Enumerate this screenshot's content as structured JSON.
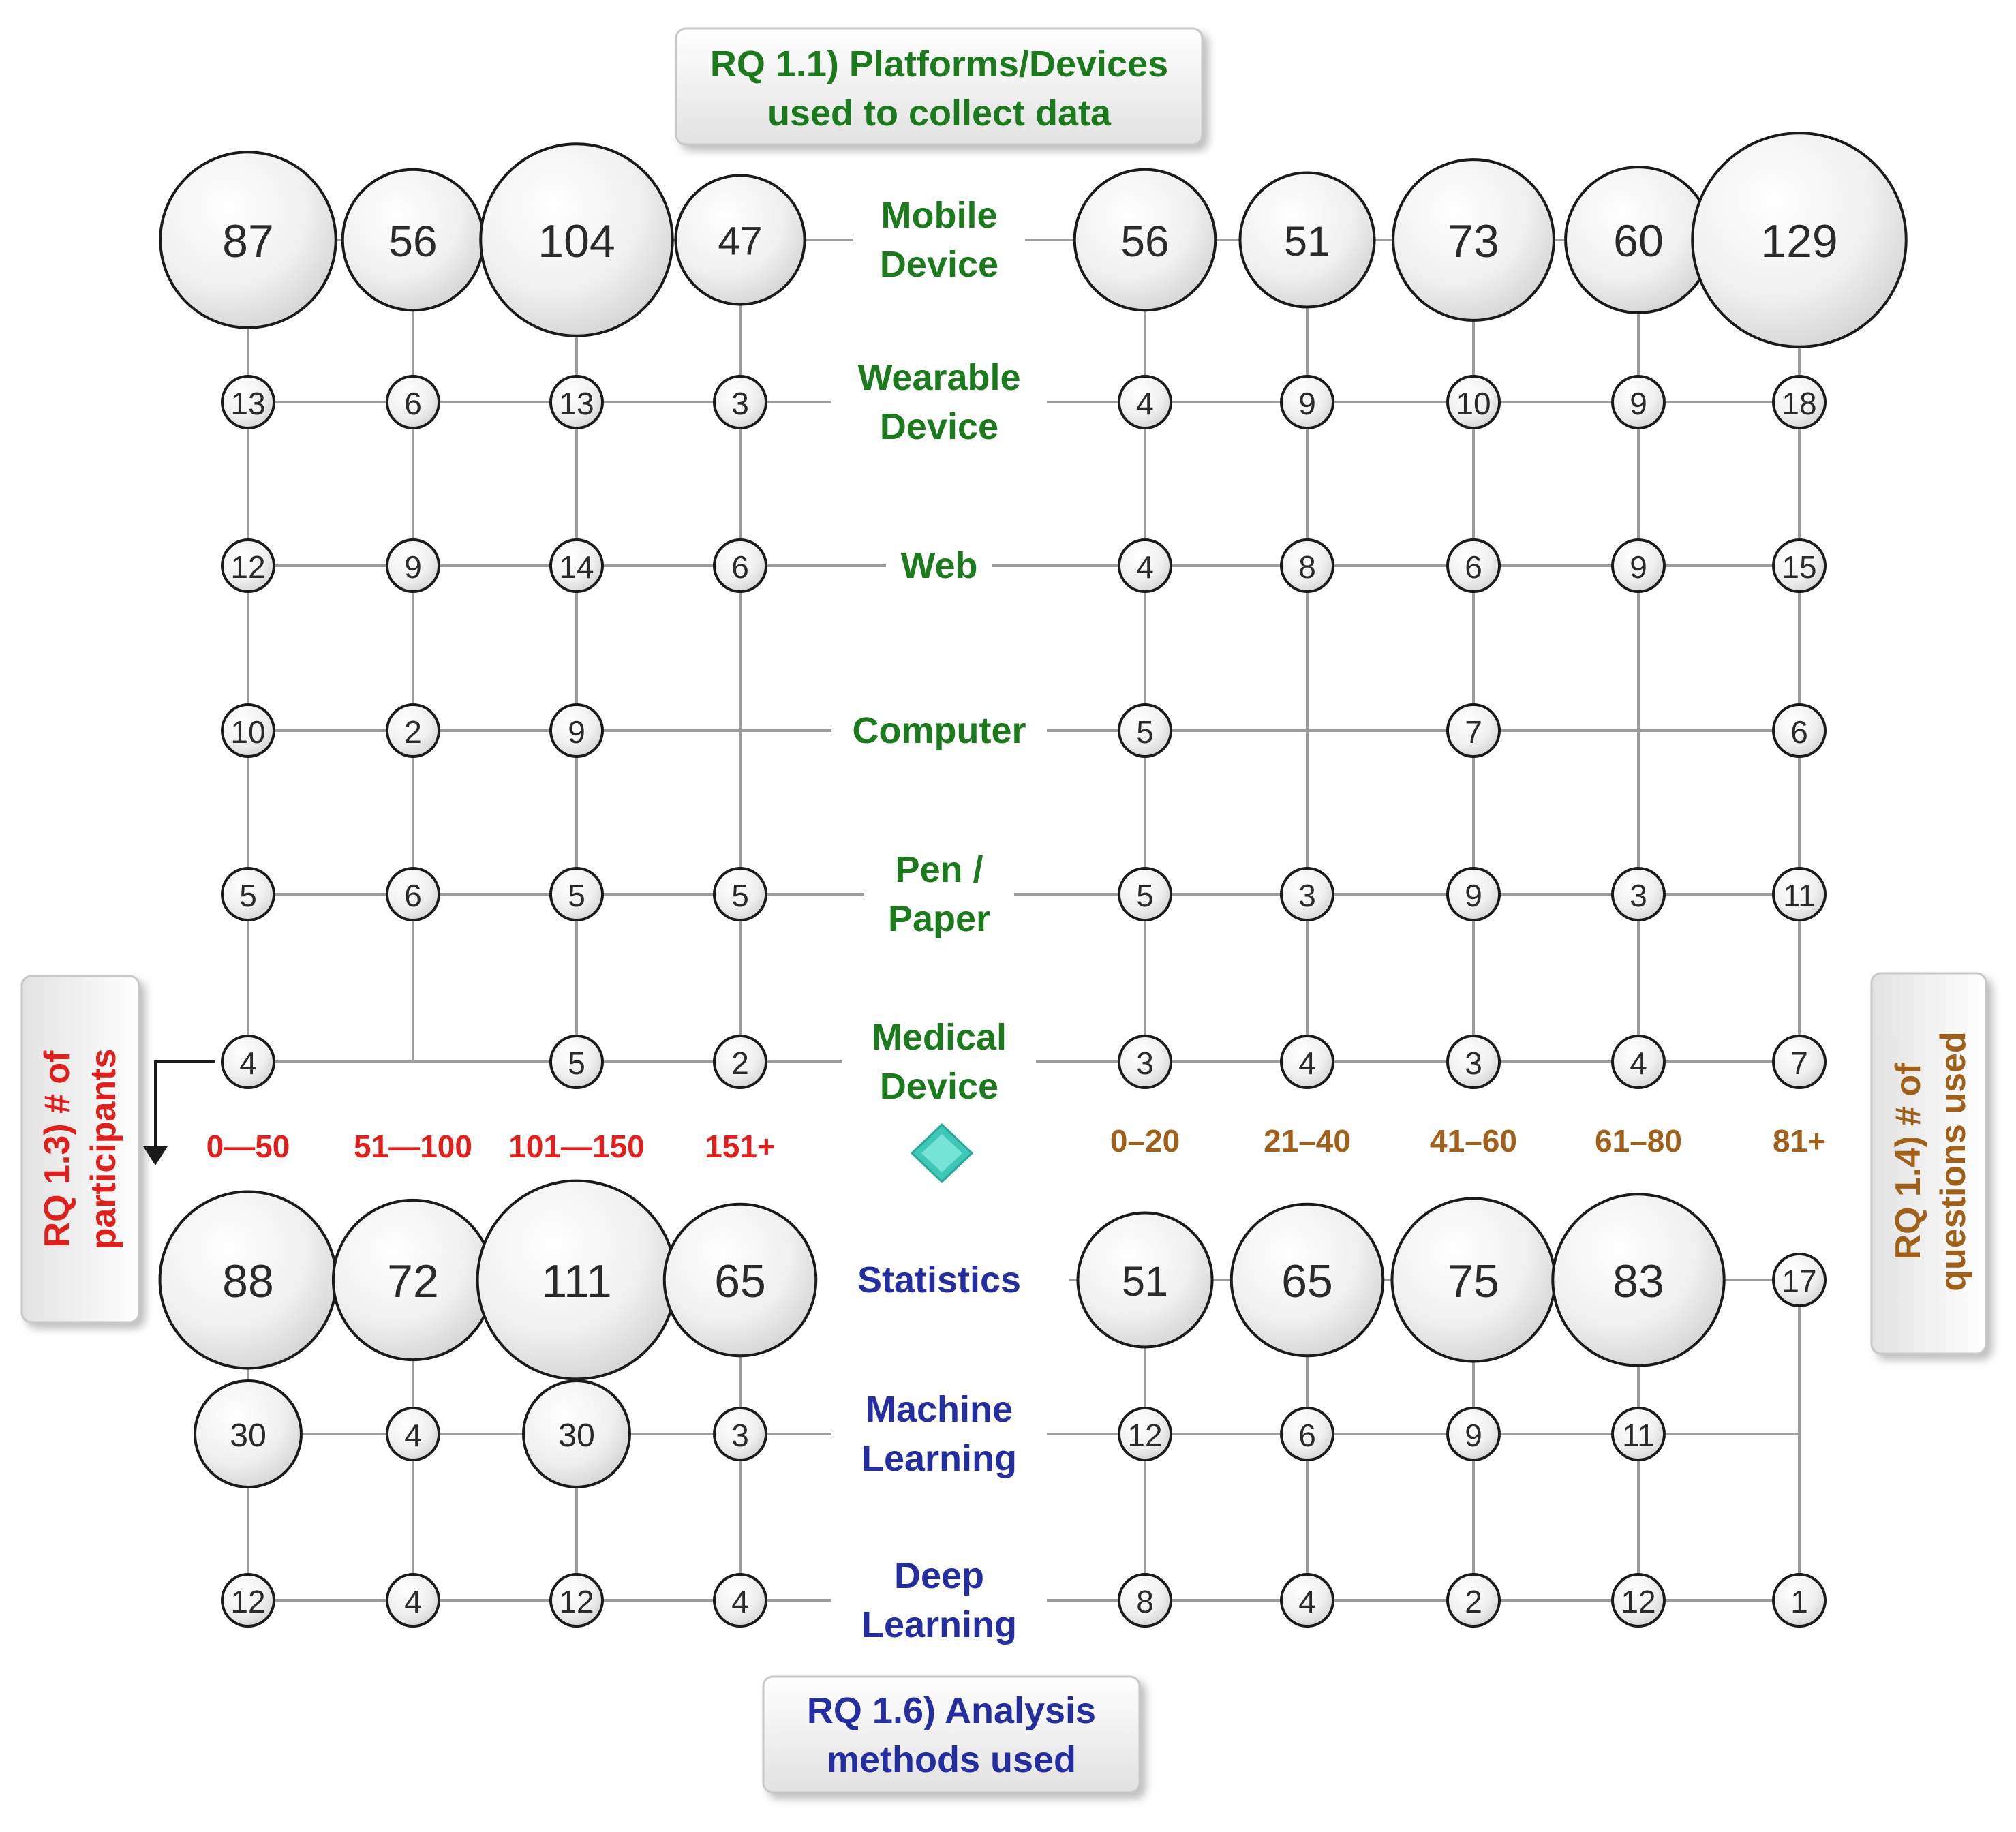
{
  "colors": {
    "platform_green": "#1b7a1b",
    "analysis_blue": "#242ea0",
    "participants_red": "#e0201c",
    "questions_brown": "#a0601a",
    "bubble_fill": "#ececec",
    "grid_line": "#9c9c9c",
    "center_diamond": "#3fc7b8"
  },
  "boxes": {
    "rq11": [
      "RQ 1.1) Platforms/Devices",
      "used to collect data"
    ],
    "rq16": [
      "RQ 1.6) Analysis",
      "methods used"
    ],
    "rq13": [
      "RQ 1.3) # of",
      "participants"
    ],
    "rq14": [
      "RQ 1.4) # of",
      "questions used"
    ]
  },
  "participant_groups": [
    "0—50",
    "51—100",
    "101—150",
    "151+"
  ],
  "question_groups": [
    "0–20",
    "21–40",
    "41–60",
    "61–80",
    "81+"
  ],
  "platform_rows": [
    {
      "label": [
        "Mobile",
        "Device"
      ],
      "participants": [
        87,
        56,
        104,
        47
      ],
      "questions": [
        56,
        51,
        73,
        60,
        129
      ]
    },
    {
      "label": [
        "Wearable",
        "Device"
      ],
      "participants": [
        13,
        6,
        13,
        3
      ],
      "questions": [
        4,
        9,
        10,
        9,
        18
      ]
    },
    {
      "label": [
        "Web"
      ],
      "participants": [
        12,
        9,
        14,
        6
      ],
      "questions": [
        4,
        8,
        6,
        9,
        15
      ]
    },
    {
      "label": [
        "Computer"
      ],
      "participants": [
        10,
        2,
        9,
        null
      ],
      "questions": [
        5,
        null,
        7,
        null,
        6
      ]
    },
    {
      "label": [
        "Pen /",
        "Paper"
      ],
      "participants": [
        5,
        6,
        5,
        5
      ],
      "questions": [
        5,
        3,
        9,
        3,
        11
      ]
    },
    {
      "label": [
        "Medical",
        "Device"
      ],
      "participants": [
        4,
        null,
        5,
        2
      ],
      "questions": [
        3,
        4,
        3,
        4,
        7
      ]
    }
  ],
  "analysis_rows": [
    {
      "label": [
        "Statistics"
      ],
      "participants": [
        88,
        72,
        111,
        65
      ],
      "questions": [
        51,
        65,
        75,
        83,
        17
      ]
    },
    {
      "label": [
        "Machine",
        "Learning"
      ],
      "participants": [
        30,
        4,
        30,
        3
      ],
      "questions": [
        12,
        6,
        9,
        11,
        null
      ]
    },
    {
      "label": [
        "Deep",
        "Learning"
      ],
      "participants": [
        12,
        4,
        12,
        4
      ],
      "questions": [
        8,
        4,
        2,
        12,
        1
      ]
    }
  ]
}
